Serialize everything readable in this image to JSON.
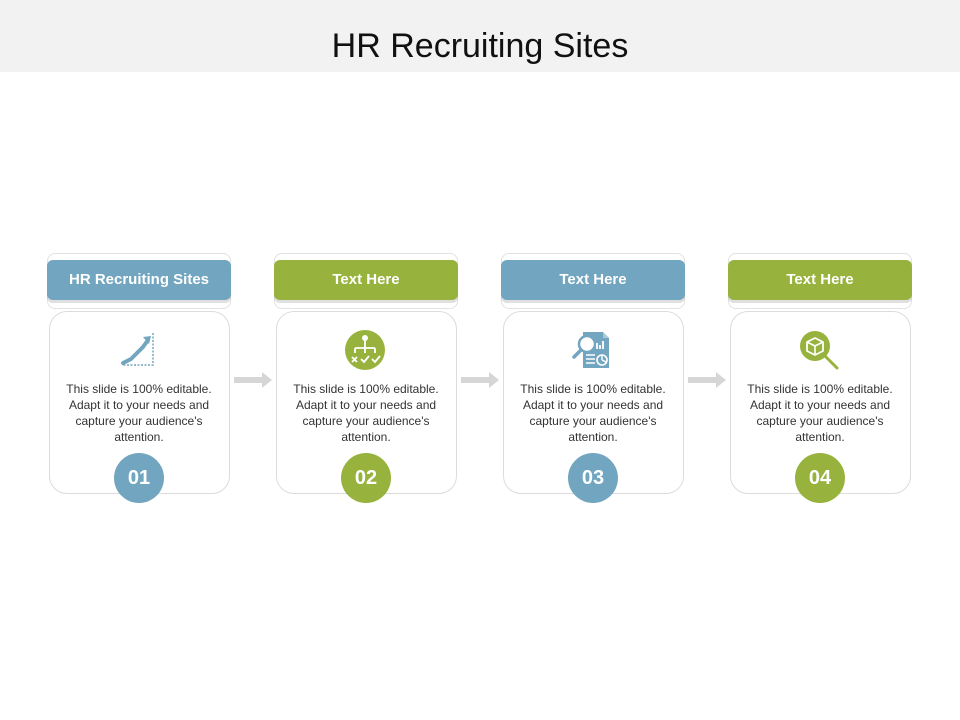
{
  "slide": {
    "title": "HR Recruiting Sites"
  },
  "colors": {
    "blue": "#72a5bf",
    "green": "#97b33d",
    "arrow": "#d6d6d6"
  },
  "steps": [
    {
      "header": "HR Recruiting Sites",
      "body": "This slide is 100% editable. Adapt it to your needs and capture your audience's attention.",
      "number": "01",
      "icon": "growth-chart-icon"
    },
    {
      "header": "Text Here",
      "body": "This slide is 100% editable. Adapt it to your needs and capture your audience's attention.",
      "number": "02",
      "icon": "hierarchy-checklist-icon"
    },
    {
      "header": "Text Here",
      "body": "This slide is 100% editable. Adapt it to your needs and capture your audience's attention.",
      "number": "03",
      "icon": "document-analysis-icon"
    },
    {
      "header": "Text Here",
      "body": "This slide is 100% editable. Adapt it to your needs and capture your audience's attention.",
      "number": "04",
      "icon": "package-search-icon"
    }
  ]
}
